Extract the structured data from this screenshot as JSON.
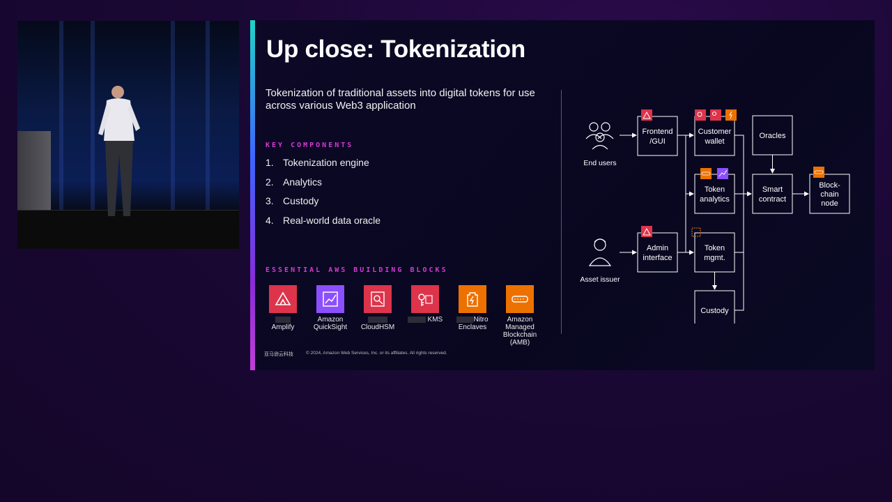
{
  "slide": {
    "title": "Up close: Tokenization",
    "subtitle": "Tokenization of traditional assets into digital tokens for use across various Web3 application",
    "key_components_label": "KEY COMPONENTS",
    "key_components": [
      {
        "num": "1.",
        "text": "Tokenization engine"
      },
      {
        "num": "2.",
        "text": "Analytics"
      },
      {
        "num": "3.",
        "text": "Custody"
      },
      {
        "num": "4.",
        "text": "Real-world data oracle"
      }
    ],
    "building_blocks_label": "ESSENTIAL AWS BUILDING BLOCKS",
    "building_blocks": [
      {
        "label": "Amplify",
        "color": "#dd344c",
        "icon": "amplify-icon"
      },
      {
        "label": "Amazon QuickSight",
        "color": "#8c4fff",
        "icon": "quicksight-icon"
      },
      {
        "label": "CloudHSM",
        "color": "#dd344c",
        "icon": "cloudhsm-icon"
      },
      {
        "label": "KMS",
        "color": "#dd344c",
        "icon": "kms-icon"
      },
      {
        "label": "Nitro Enclaves",
        "color": "#ed7100",
        "icon": "nitro-enclaves-icon"
      },
      {
        "label": "Amazon Managed Blockchain (AMB)",
        "color": "#ed7100",
        "icon": "blockchain-icon"
      }
    ],
    "logo_text": "亚马逊云科技",
    "copyright": "© 2024, Amazon Web Services, Inc. or its affiliates. All rights reserved."
  },
  "diagram": {
    "end_users": "End users",
    "asset_issuer": "Asset issuer",
    "frontend": [
      "Frontend",
      "/GUI"
    ],
    "customer_wallet": [
      "Customer",
      "wallet"
    ],
    "oracles": "Oracles",
    "token_analytics": [
      "Token",
      "analytics"
    ],
    "smart_contract": [
      "Smart",
      "contract"
    ],
    "blockchain_node": [
      "Block-",
      "chain",
      "node"
    ],
    "admin_interface": [
      "Admin",
      "interface"
    ],
    "token_mgmt": [
      "Token",
      "mgmt."
    ],
    "custody": "Custody"
  },
  "colors": {
    "accent_magenta": "#d43bd3",
    "aws_red": "#dd344c",
    "aws_purple": "#8c4fff",
    "aws_orange": "#ed7100"
  }
}
